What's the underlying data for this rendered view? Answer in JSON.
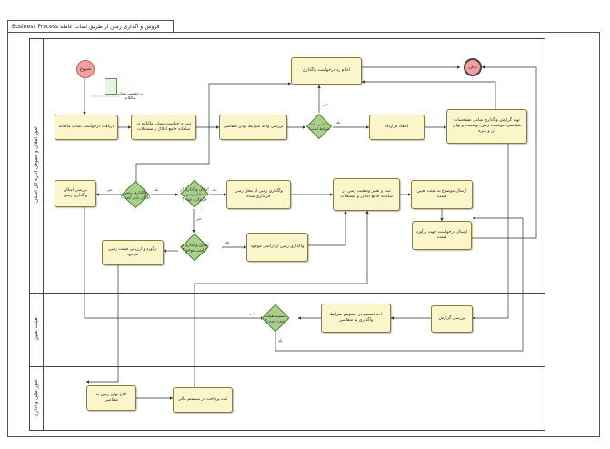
{
  "diagram": {
    "frame_title": "Business Process فروش و اگذاری زمین از طریق تصاب عامله",
    "lanes": [
      {
        "id": "lane-1",
        "label": "امور املاک و حقوقی اداره کل استان"
      },
      {
        "id": "lane-2",
        "label": "هیئت تعیین"
      },
      {
        "id": "lane-3",
        "label": "امور مالی و اداری"
      }
    ],
    "events": {
      "start": "شروع",
      "end": "پایان"
    },
    "document": "درخواست نصاب مالکانه",
    "tasks": {
      "t_receive": "دریافت درخواست نصاب مالکانه",
      "t_register": "ثبت درخواست نصاب مالکانه در سامانه جامع املاک و مستغلات",
      "t_review": "بررسی واجد شرایط بودن متقاضی",
      "t_notify": "اعلام رد درخواست واگذاری",
      "t_contract": "انعقاد قرارداد",
      "t_deliver": "تهیه گزارش واگذاری شامل مشخصات متقاضی، موقعیت زمین، وضعیت و بهای آن و غیره",
      "t_check": "بررسی امکان واگذاری زمین",
      "t_transfer_owned": "واگذاری زمین از محل زمین خریداری شده",
      "t_register_system": "ثبت و تغییر وضعیت زمین در سامانه جامع املاک و مستغلات",
      "t_send": "ارسال موضوع به هیئت تعیین قیمت",
      "t_transfer_existing": "واگذاری زمین از اراضی موجود",
      "t_land": "ارسال درخواست جهت برآورد قیمت",
      "t_valuation": "برآورد و ارزیابی قیمت زمین موجود",
      "t_report": "بررسی گزارش",
      "t_committee": "اخذ تصمیم در خصوص شرایط واگذاری به متقاضی",
      "t_finance_calc": "ابلاغ بهای زمین به متقاضی",
      "t_finance_pay": "ثبت پرداخت در سیستم مالی"
    },
    "gateways": {
      "g_eligible": "متقاضی واجد شرایط است؟",
      "g_possible": "واگذاری زمین امکان پذیر است؟",
      "g_owned": "امکان واگذاری از محل زمین خریداری شده؟",
      "g_existing": "امکان واگذاری از اراضی موجود؟",
      "g_approved": "تصمیم هیئت مثبت است؟"
    },
    "flow_labels": {
      "yes": "بله",
      "no": "خیر"
    }
  }
}
